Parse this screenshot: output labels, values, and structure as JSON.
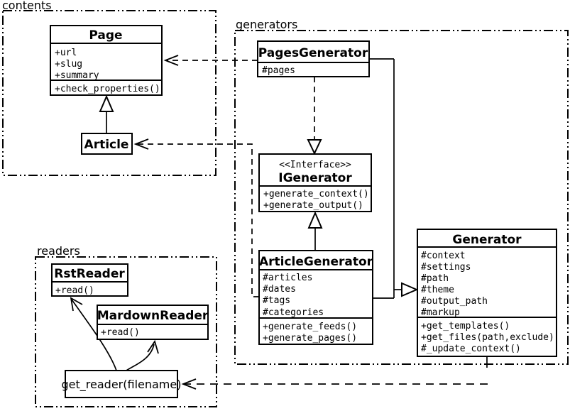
{
  "colors": {
    "line": "#000000",
    "background": "#ffffff",
    "box_fill": "#ffffff"
  },
  "packages": {
    "contents": {
      "label": "contents"
    },
    "generators": {
      "label": "generators"
    },
    "readers": {
      "label": "readers"
    }
  },
  "classes": {
    "page": {
      "title": "Page",
      "attributes": [
        "+url",
        "+slug",
        "+summary"
      ],
      "methods": [
        "+check_properties()"
      ]
    },
    "article": {
      "title": "Article"
    },
    "pages_generator": {
      "title": "PagesGenerator",
      "attributes": [
        "#pages"
      ]
    },
    "igenerator": {
      "stereotype": "<<Interface>>",
      "title": "IGenerator",
      "methods": [
        "+generate_context()",
        "+generate_output()"
      ]
    },
    "article_generator": {
      "title": "ArticleGenerator",
      "attributes": [
        "#articles",
        "#dates",
        "#tags",
        "#categories"
      ],
      "methods": [
        "+generate_feeds()",
        "+generate_pages()"
      ]
    },
    "generator": {
      "title": "Generator",
      "attributes": [
        "#context",
        "#settings",
        "#path",
        "#theme",
        "#output_path",
        "#markup"
      ],
      "methods": [
        "+get_templates()",
        "+get_files(path,exclude)",
        "#_update_context()"
      ]
    },
    "rst_reader": {
      "title": "RstReader",
      "methods": [
        "+read()"
      ]
    },
    "mardown_reader": {
      "title": "MardownReader",
      "methods": [
        "+read()"
      ]
    },
    "get_reader": {
      "label": "get_reader(filename)"
    }
  },
  "relationships": [
    {
      "from": "Article",
      "to": "Page",
      "type": "generalization",
      "line": "solid"
    },
    {
      "from": "PagesGenerator",
      "to": "Page",
      "type": "dependency",
      "line": "dashed"
    },
    {
      "from": "ArticleGenerator",
      "to": "Article",
      "type": "dependency",
      "line": "dashed"
    },
    {
      "from": "PagesGenerator",
      "to": "IGenerator",
      "type": "realization",
      "line": "dashed"
    },
    {
      "from": "ArticleGenerator",
      "to": "IGenerator",
      "type": "generalization",
      "line": "solid"
    },
    {
      "from": "PagesGenerator",
      "to": "Generator",
      "type": "generalization",
      "line": "solid"
    },
    {
      "from": "ArticleGenerator",
      "to": "Generator",
      "type": "generalization",
      "line": "solid"
    },
    {
      "from": "Generator",
      "to": "get_reader(filename)",
      "type": "dependency",
      "line": "dashed"
    },
    {
      "from": "get_reader(filename)",
      "to": "RstReader",
      "type": "call",
      "line": "curved"
    },
    {
      "from": "get_reader(filename)",
      "to": "MardownReader",
      "type": "call",
      "line": "curved"
    }
  ]
}
